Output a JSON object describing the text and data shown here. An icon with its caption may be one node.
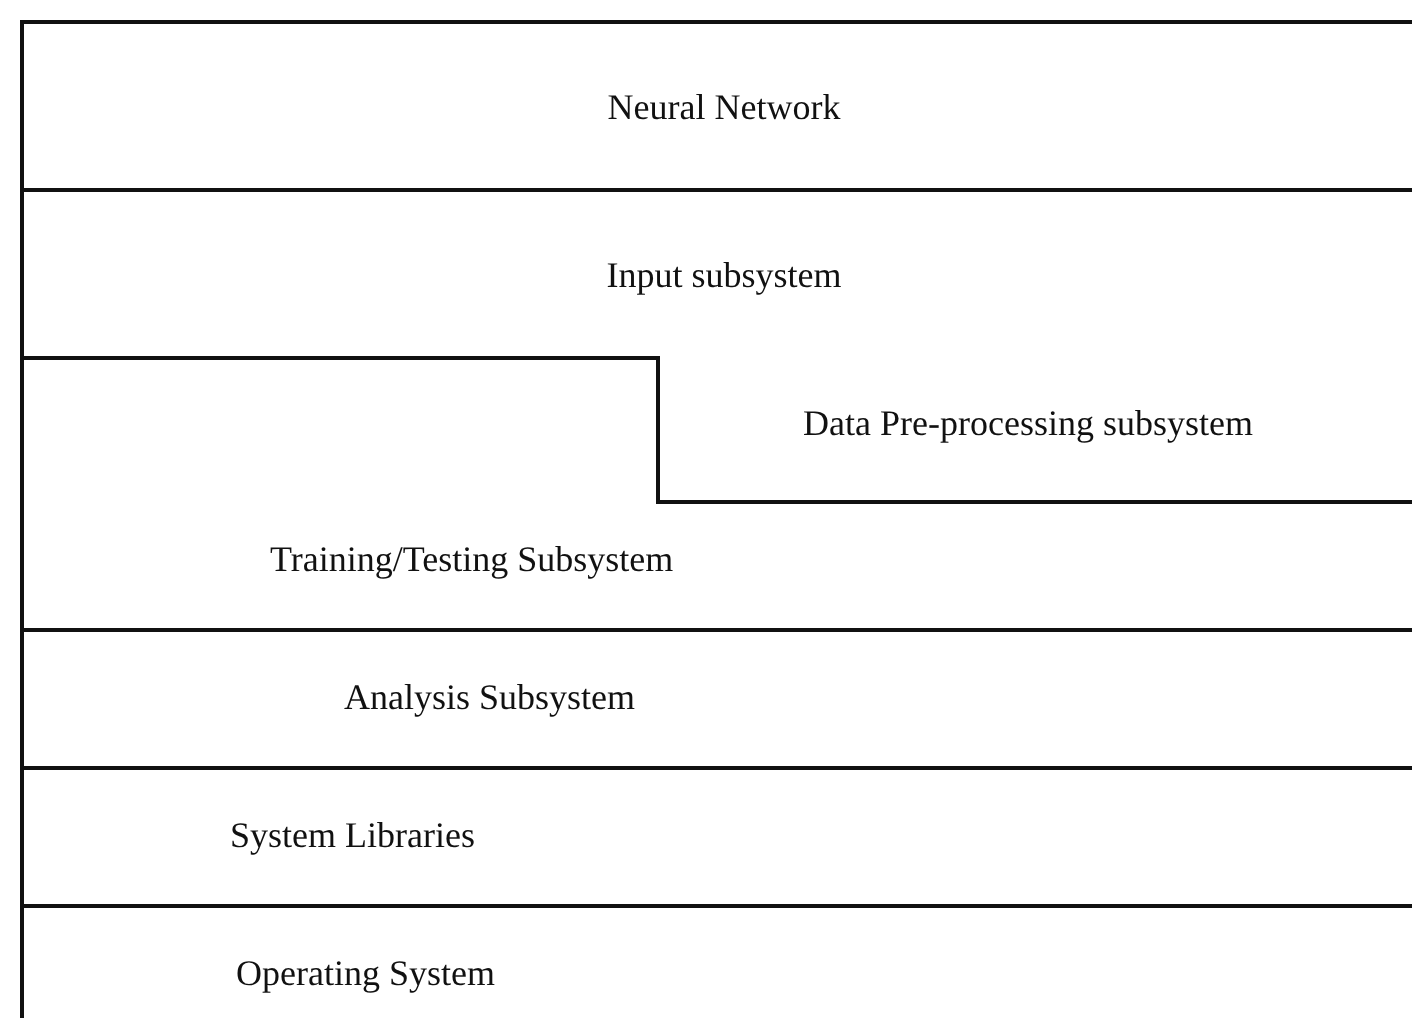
{
  "diagram": {
    "nodes": [
      {
        "text": [
          "Neural Network"
        ]
      },
      {
        "text": [
          "Input subsystem"
        ]
      },
      {
        "text": [
          "Training/Testing Subsystem"
        ]
      },
      {
        "text": [
          "Data Pre-processing subsystem"
        ],
        "in": 2
      },
      {
        "text": [
          "Analysis Subsystem"
        ]
      },
      {
        "text": [
          "System Libraries"
        ]
      },
      {
        "text": [
          "Operating System"
        ]
      }
    ]
  }
}
